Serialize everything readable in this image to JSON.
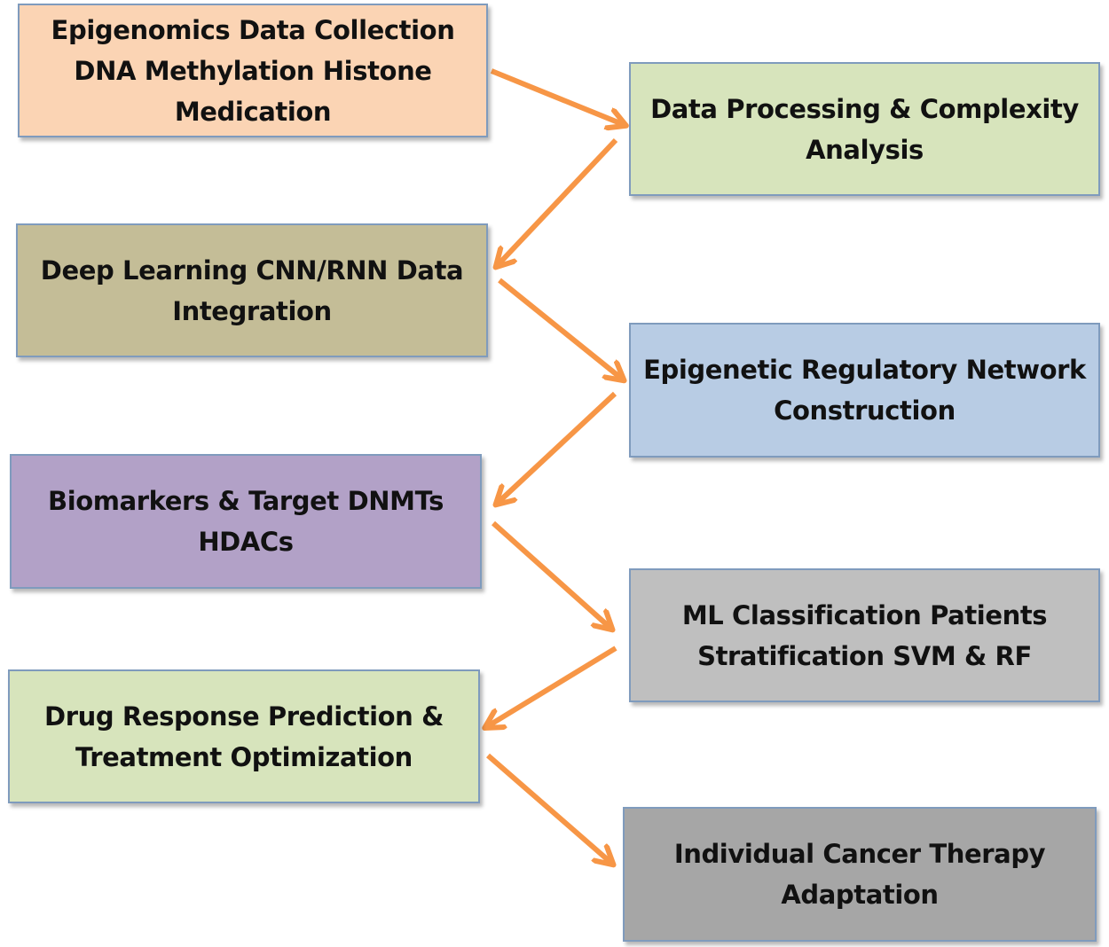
{
  "nodes": [
    {
      "id": "n1",
      "lines": [
        "Epigenomics Data Collection",
        "DNA Methylation Histone",
        "Medication"
      ],
      "color": "#fbd4b4"
    },
    {
      "id": "n2",
      "lines": [
        "Data Processing & Complexity",
        "Analysis"
      ],
      "color": "#d7e4bc"
    },
    {
      "id": "n3",
      "lines": [
        "Deep Learning CNN/RNN Data",
        "Integration"
      ],
      "color": "#c4bd97"
    },
    {
      "id": "n4",
      "lines": [
        "Epigenetic Regulatory Network",
        "Construction"
      ],
      "color": "#b8cce4"
    },
    {
      "id": "n5",
      "lines": [
        "Biomarkers & Target DNMTs",
        "HDACs"
      ],
      "color": "#b2a1c7"
    },
    {
      "id": "n6",
      "lines": [
        "ML Classification Patients",
        "Stratification SVM & RF"
      ],
      "color": "#bfbfbf"
    },
    {
      "id": "n7",
      "lines": [
        "Drug Response Prediction &",
        "Treatment Optimization"
      ],
      "color": "#d7e4bc"
    },
    {
      "id": "n8",
      "lines": [
        "Individual Cancer Therapy",
        "Adaptation"
      ],
      "color": "#a6a6a6"
    }
  ],
  "edges": [
    {
      "from": "n1",
      "to": "n2"
    },
    {
      "from": "n2",
      "to": "n3"
    },
    {
      "from": "n3",
      "to": "n4"
    },
    {
      "from": "n4",
      "to": "n5"
    },
    {
      "from": "n5",
      "to": "n6"
    },
    {
      "from": "n6",
      "to": "n7"
    },
    {
      "from": "n7",
      "to": "n8"
    }
  ],
  "arrow_color": "#f79646"
}
